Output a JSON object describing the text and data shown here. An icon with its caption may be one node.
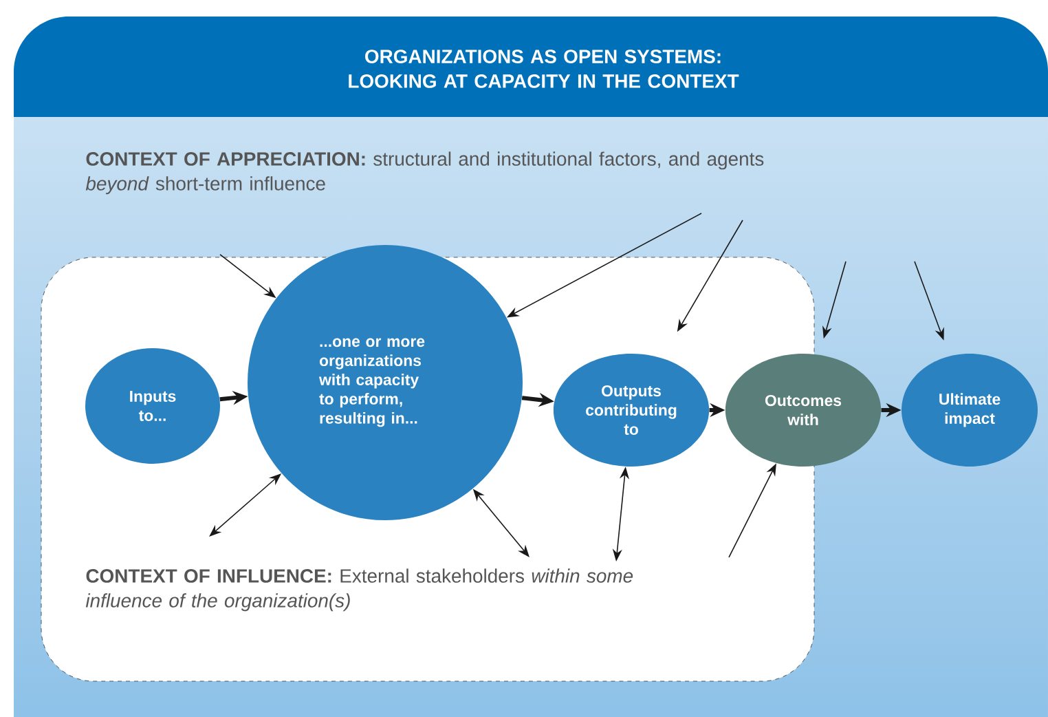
{
  "diagram": {
    "title": "ORGANIZATIONS AS OPEN SYSTEMS: LOOKING AT CAPACITY IN THE CONTEXT",
    "nodes": [
      {
        "text": [
          "**CONTEXT OF INFLUENCE:** External stakeholders *within some influence of the organization(s)*"
        ]
      },
      {
        "text": [
          "Inputs to..."
        ],
        "in": 0
      },
      {
        "text": [
          "...one or more organizations with capacity to perform, resulting in..."
        ],
        "in": 0
      },
      {
        "text": [
          "Outputs contributing to"
        ],
        "in": 0
      },
      {
        "text": [
          "Outcomes with"
        ]
      },
      {
        "text": [
          "Ultimate impact"
        ]
      }
    ],
    "edges": [
      {
        "from": 1,
        "to": 2,
        "arrow": "to",
        "style": "thick"
      },
      {
        "from": 2,
        "to": 3,
        "arrow": "to",
        "style": "thick"
      },
      {
        "from": 3,
        "to": 4,
        "arrow": "to",
        "style": "thick"
      },
      {
        "from": 4,
        "to": 5,
        "arrow": "to",
        "style": "thick"
      },
      {
        "from": null,
        "to": 2,
        "arrow": "to"
      },
      {
        "from": null,
        "to": 2,
        "arrow": "to"
      },
      {
        "from": null,
        "to": 3,
        "arrow": "to"
      },
      {
        "from": null,
        "to": 4,
        "arrow": "to"
      },
      {
        "from": null,
        "to": 5,
        "arrow": "to"
      },
      {
        "from": null,
        "to": 2,
        "arrow": "both"
      },
      {
        "from": null,
        "to": 2,
        "arrow": "both"
      },
      {
        "from": null,
        "to": 3,
        "arrow": "both"
      },
      {
        "from": null,
        "to": 4,
        "arrow": "to"
      }
    ],
    "labels": [
      "**CONTEXT OF APPRECIATION:** structural and institutional factors, and agents *beyond* short-term influence"
    ]
  }
}
